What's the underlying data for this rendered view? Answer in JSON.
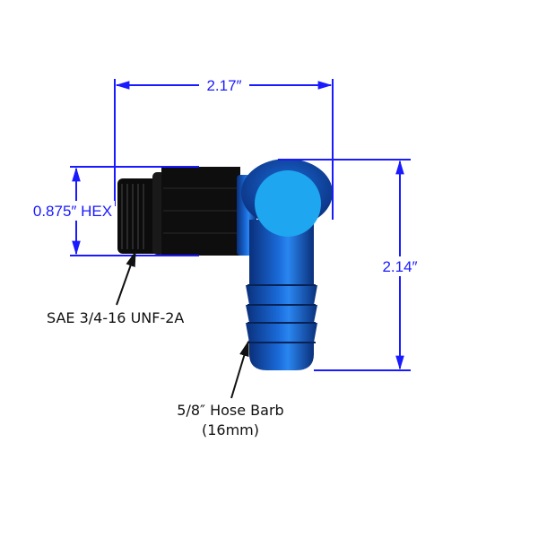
{
  "dimensions": {
    "overall_width": "2.17″",
    "hex_size": "0.875″ HEX",
    "overall_height": "2.14″"
  },
  "callouts": {
    "thread": "SAE 3/4-16 UNF-2A",
    "barb_line1": "5/8″ Hose Barb",
    "barb_line2": "(16mm)"
  },
  "colors": {
    "dimension": "#1a1aff",
    "anodized_blue": "#1560c8",
    "face_blue": "#1ea6f0",
    "black_part": "#0c0c0c"
  }
}
